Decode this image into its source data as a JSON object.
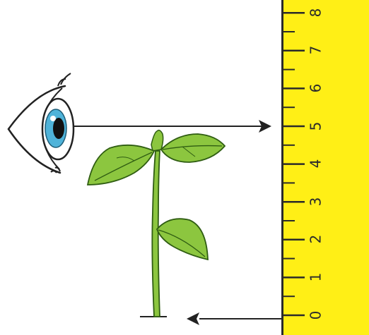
{
  "ruler": {
    "labels": [
      "0",
      "1",
      "2",
      "3",
      "4",
      "5",
      "6",
      "7",
      "8"
    ],
    "color": "#ffef16"
  },
  "colors": {
    "leaf": "#8cc63f",
    "leaf_dark": "#4f8f1f",
    "iris": "#4fb3d9",
    "line": "#222222"
  }
}
